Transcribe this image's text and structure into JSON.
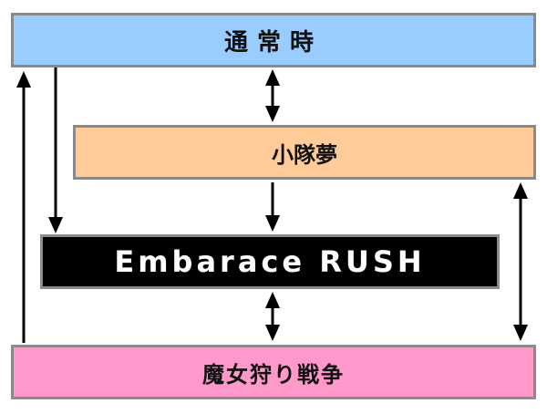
{
  "boxes": {
    "normal": {
      "label": "通常時",
      "fill": "#99ccff"
    },
    "team_dream": {
      "label": "小隊夢",
      "fill": "#ffcc99"
    },
    "embrace_rush": {
      "label": "Embarace RUSH",
      "fill": "#000000"
    },
    "witch_hunt": {
      "label": "魔女狩り戦争",
      "fill": "#ff99cc"
    }
  },
  "connections": [
    {
      "from": "normal",
      "to": "embrace_rush",
      "direction": "one-way"
    },
    {
      "from": "normal",
      "to": "team_dream",
      "direction": "two-way"
    },
    {
      "from": "team_dream",
      "to": "embrace_rush",
      "direction": "one-way"
    },
    {
      "from": "embrace_rush",
      "to": "witch_hunt",
      "direction": "two-way"
    },
    {
      "from": "witch_hunt",
      "to": "normal",
      "direction": "one-way"
    },
    {
      "from": "team_dream",
      "to": "witch_hunt",
      "direction": "two-way"
    }
  ],
  "colors": {
    "border": "#8a8a8a",
    "arrow": "#000000"
  }
}
